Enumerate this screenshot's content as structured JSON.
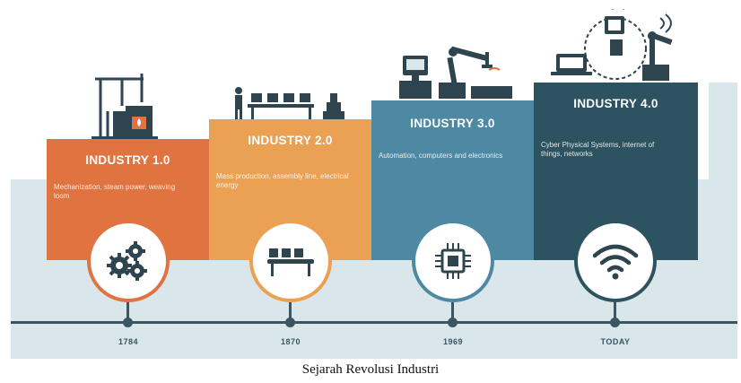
{
  "caption": "Sejarah Revolusi Industri",
  "colors": {
    "industry_1": "#e07440",
    "industry_2": "#eba154",
    "industry_3": "#4e89a4",
    "industry_4": "#2e5360",
    "background_band": "#d9e6ea",
    "timeline": "#3a5660"
  },
  "stages": [
    {
      "title": "INDUSTRY 1.0",
      "description": "Mechanization, steam power, weaving loom",
      "year": "1784",
      "top_icon": "steam-engine-icon",
      "circle_icon": "gears-icon"
    },
    {
      "title": "INDUSTRY 2.0",
      "description": "Mass production, assembly line, electrical energy",
      "year": "1870",
      "top_icon": "assembly-line-workers-icon",
      "circle_icon": "conveyor-belt-icon"
    },
    {
      "title": "INDUSTRY 3.0",
      "description": "Automation, computers and electronics",
      "year": "1969",
      "top_icon": "computer-robot-arm-icon",
      "circle_icon": "microchip-icon"
    },
    {
      "title": "INDUSTRY 4.0",
      "description": "Cyber Physical Systems, internet of things, networks",
      "year": "TODAY",
      "top_icon": "connected-systems-icon",
      "circle_icon": "wifi-icon"
    }
  ]
}
